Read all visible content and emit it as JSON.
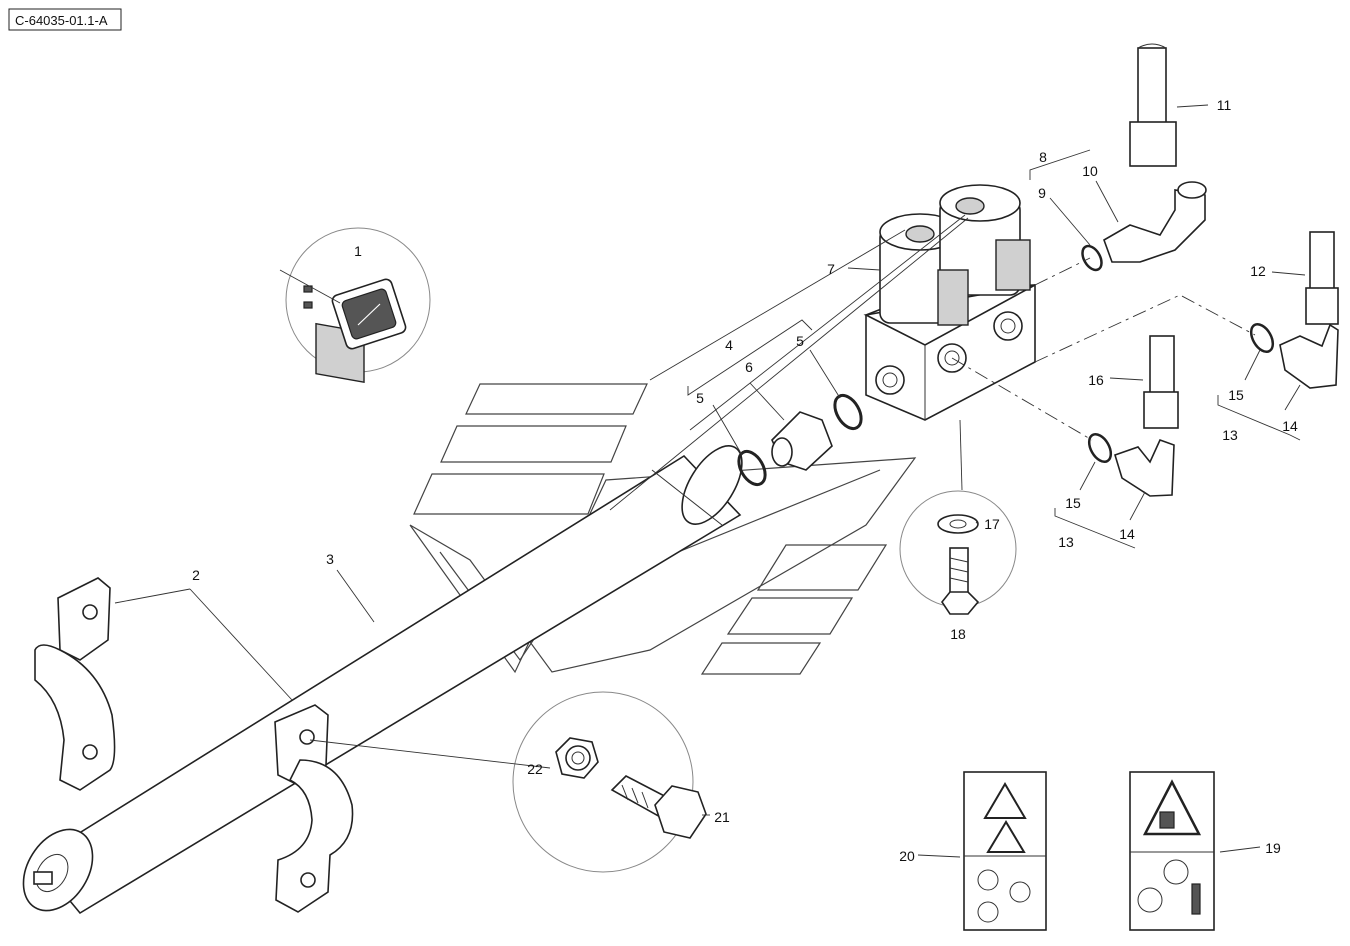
{
  "drawing": {
    "reference": "C-64035-01.1-A"
  },
  "callouts": [
    {
      "id": "c1",
      "text": "1"
    },
    {
      "id": "c2",
      "text": "2"
    },
    {
      "id": "c3",
      "text": "3"
    },
    {
      "id": "c4",
      "text": "4"
    },
    {
      "id": "c5a",
      "text": "5"
    },
    {
      "id": "c5b",
      "text": "5"
    },
    {
      "id": "c6",
      "text": "6"
    },
    {
      "id": "c7",
      "text": "7"
    },
    {
      "id": "c8",
      "text": "8"
    },
    {
      "id": "c9",
      "text": "9"
    },
    {
      "id": "c10",
      "text": "10"
    },
    {
      "id": "c11",
      "text": "11"
    },
    {
      "id": "c12",
      "text": "12"
    },
    {
      "id": "c13a",
      "text": "13"
    },
    {
      "id": "c13b",
      "text": "13"
    },
    {
      "id": "c14a",
      "text": "14"
    },
    {
      "id": "c14b",
      "text": "14"
    },
    {
      "id": "c15a",
      "text": "15"
    },
    {
      "id": "c15b",
      "text": "15"
    },
    {
      "id": "c16",
      "text": "16"
    },
    {
      "id": "c17",
      "text": "17"
    },
    {
      "id": "c18",
      "text": "18"
    },
    {
      "id": "c19",
      "text": "19"
    },
    {
      "id": "c20",
      "text": "20"
    },
    {
      "id": "c21",
      "text": "21"
    },
    {
      "id": "c22",
      "text": "22"
    }
  ],
  "icons": {
    "watermark": "brand-watermark-icon",
    "warning": "warning-triangle-icon",
    "prohibition": "no-entry-icon"
  }
}
